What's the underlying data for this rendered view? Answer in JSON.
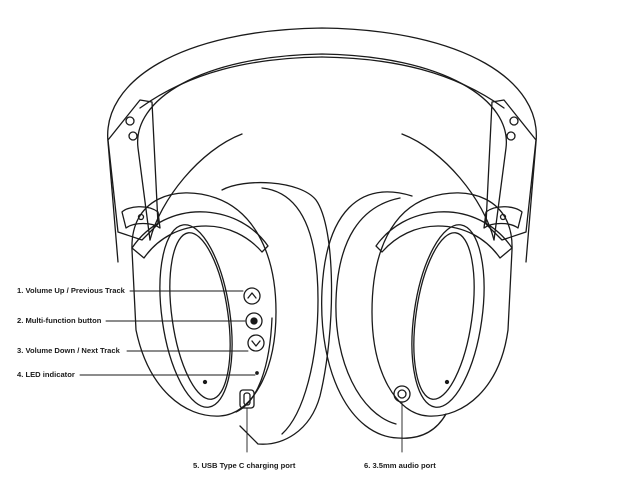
{
  "callouts": {
    "volume_up": "1. Volume Up / Previous Track",
    "multifunction": "2. Multi-function button",
    "volume_down": "3. Volume Down / Next Track",
    "led": "4. LED indicator",
    "usb_c": "5. USB Type C charging port",
    "audio_port": "6. 3.5mm audio port"
  },
  "colors": {
    "line": "#1a1a1a",
    "background": "#ffffff"
  }
}
